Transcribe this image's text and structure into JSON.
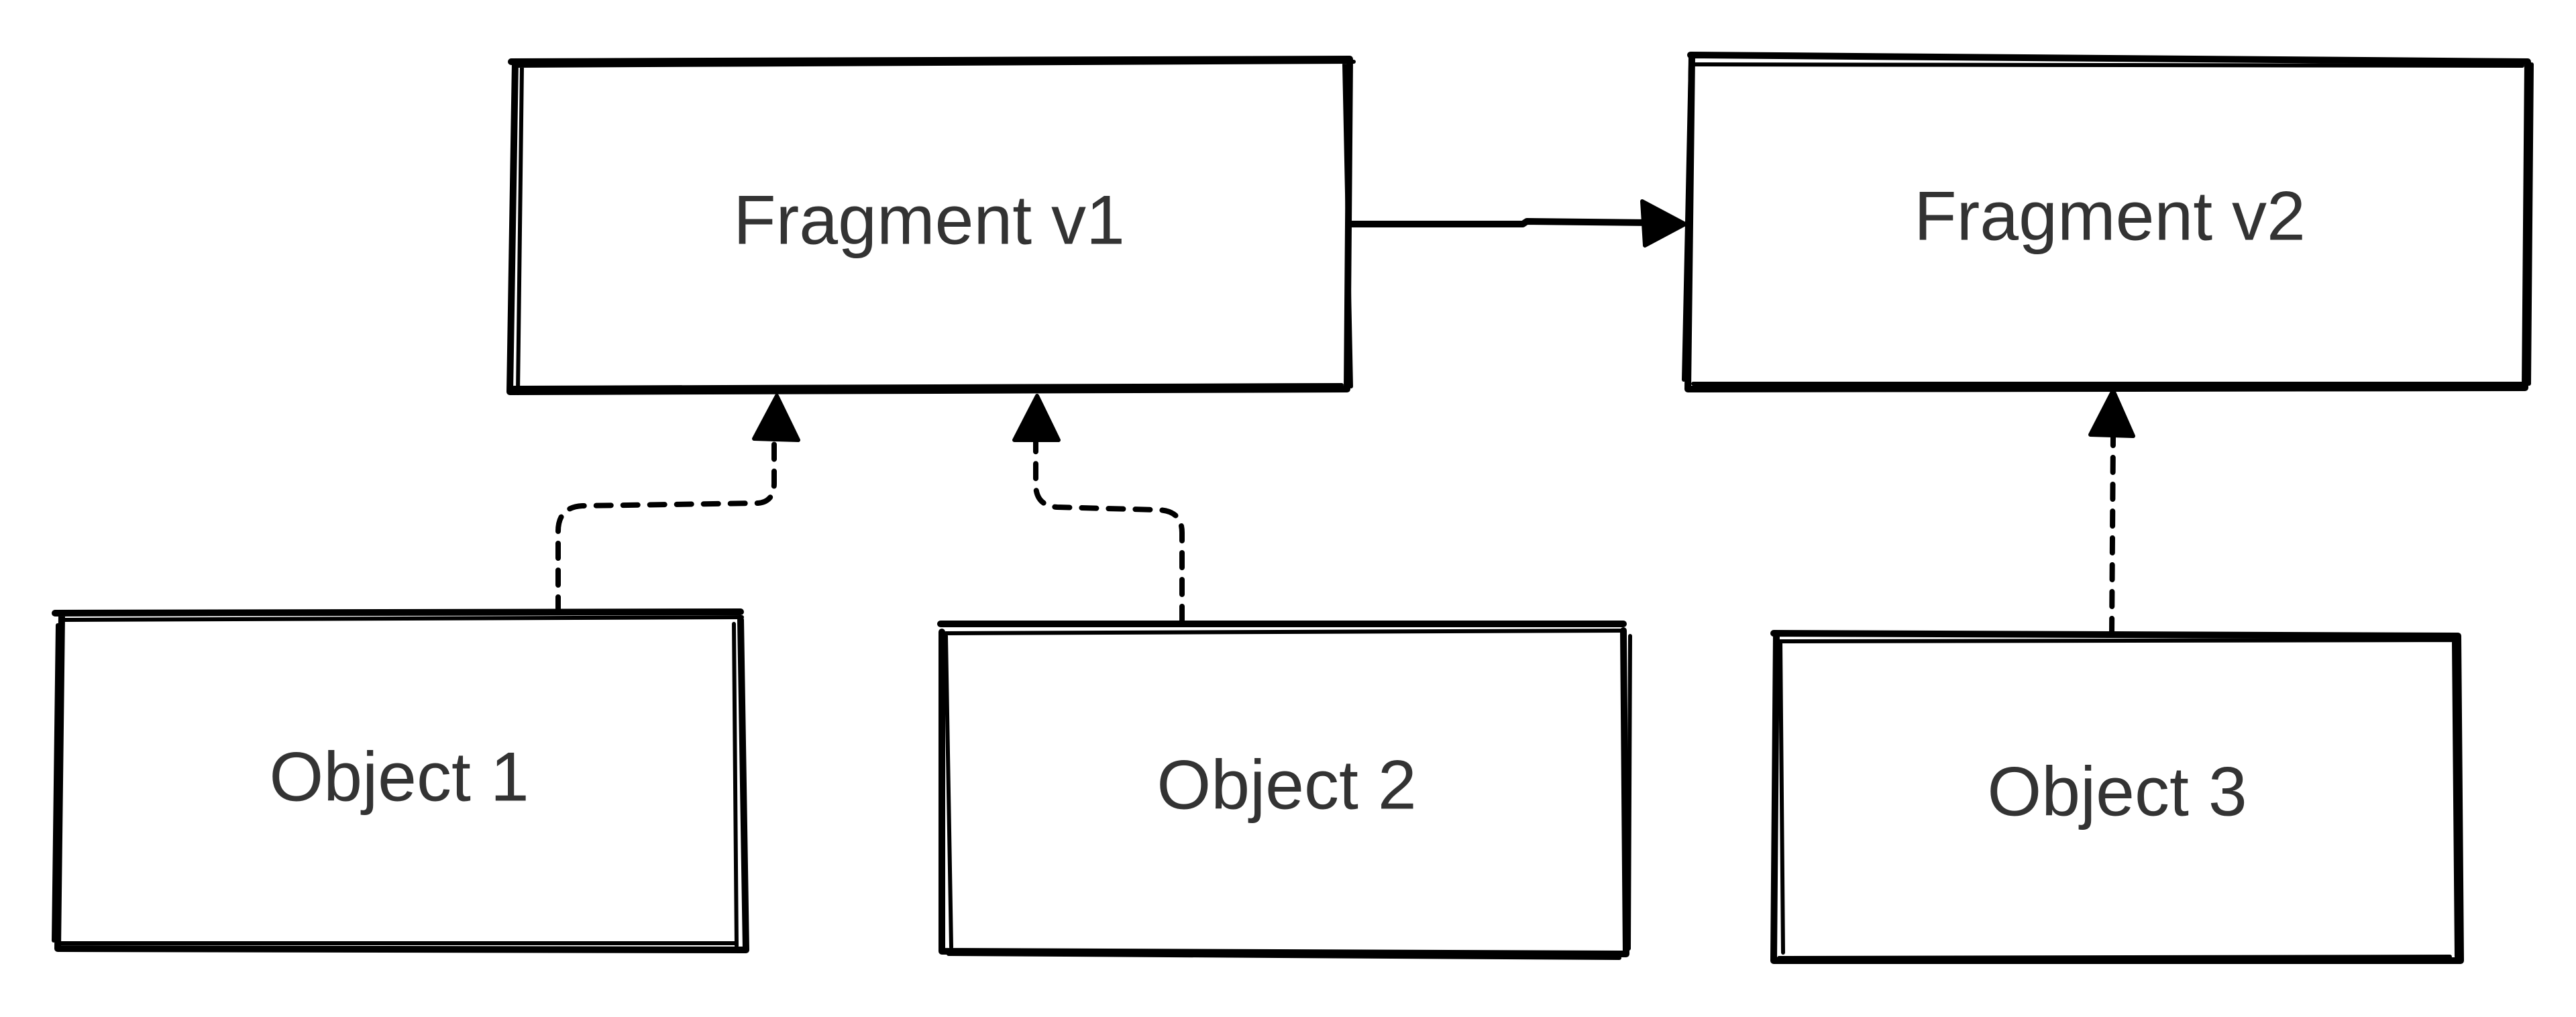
{
  "diagram": {
    "nodes": {
      "fragment_v1": {
        "label": "Fragment v1"
      },
      "fragment_v2": {
        "label": "Fragment v2"
      },
      "object_1": {
        "label": "Object 1"
      },
      "object_2": {
        "label": "Object 2"
      },
      "object_3": {
        "label": "Object 3"
      }
    },
    "edges": [
      {
        "from": "fragment_v1",
        "to": "fragment_v2",
        "style": "solid"
      },
      {
        "from": "object_1",
        "to": "fragment_v1",
        "style": "dotted"
      },
      {
        "from": "object_2",
        "to": "fragment_v1",
        "style": "dotted"
      },
      {
        "from": "object_3",
        "to": "fragment_v2",
        "style": "dotted"
      }
    ]
  }
}
